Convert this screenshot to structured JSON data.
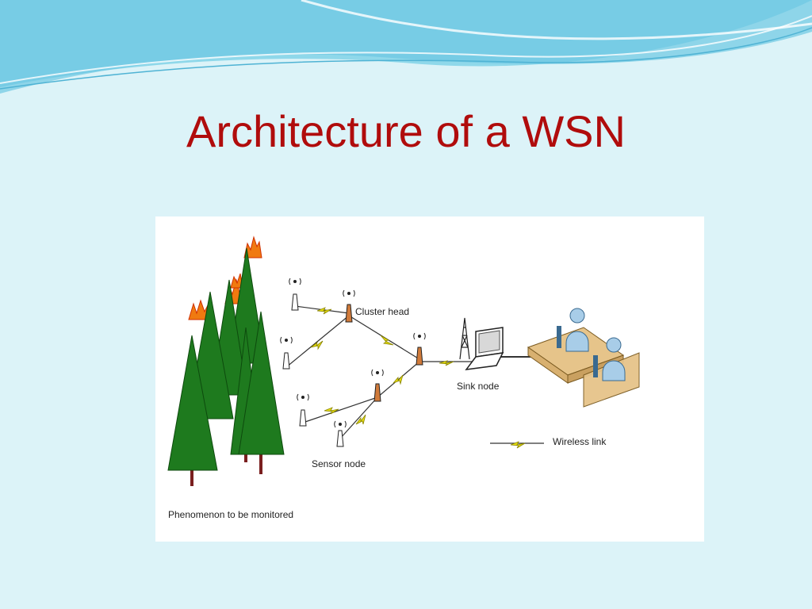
{
  "title": "Architecture of a WSN",
  "diagram": {
    "labels": {
      "phenomenon": "Phenomenon to be monitored",
      "cluster_head": "Cluster head",
      "sink_node": "Sink node",
      "sensor_node": "Sensor node",
      "wireless_link": "Wireless link"
    }
  },
  "colors": {
    "title": "#b00c0c",
    "background": "#dcf3f8",
    "tree": "#1e7a1e",
    "trunk": "#7a1f1f",
    "fire": "#f07a10",
    "link": "#e8e010",
    "cluster_head_node": "#d07a3a",
    "sensor_node": "#ffffff"
  }
}
